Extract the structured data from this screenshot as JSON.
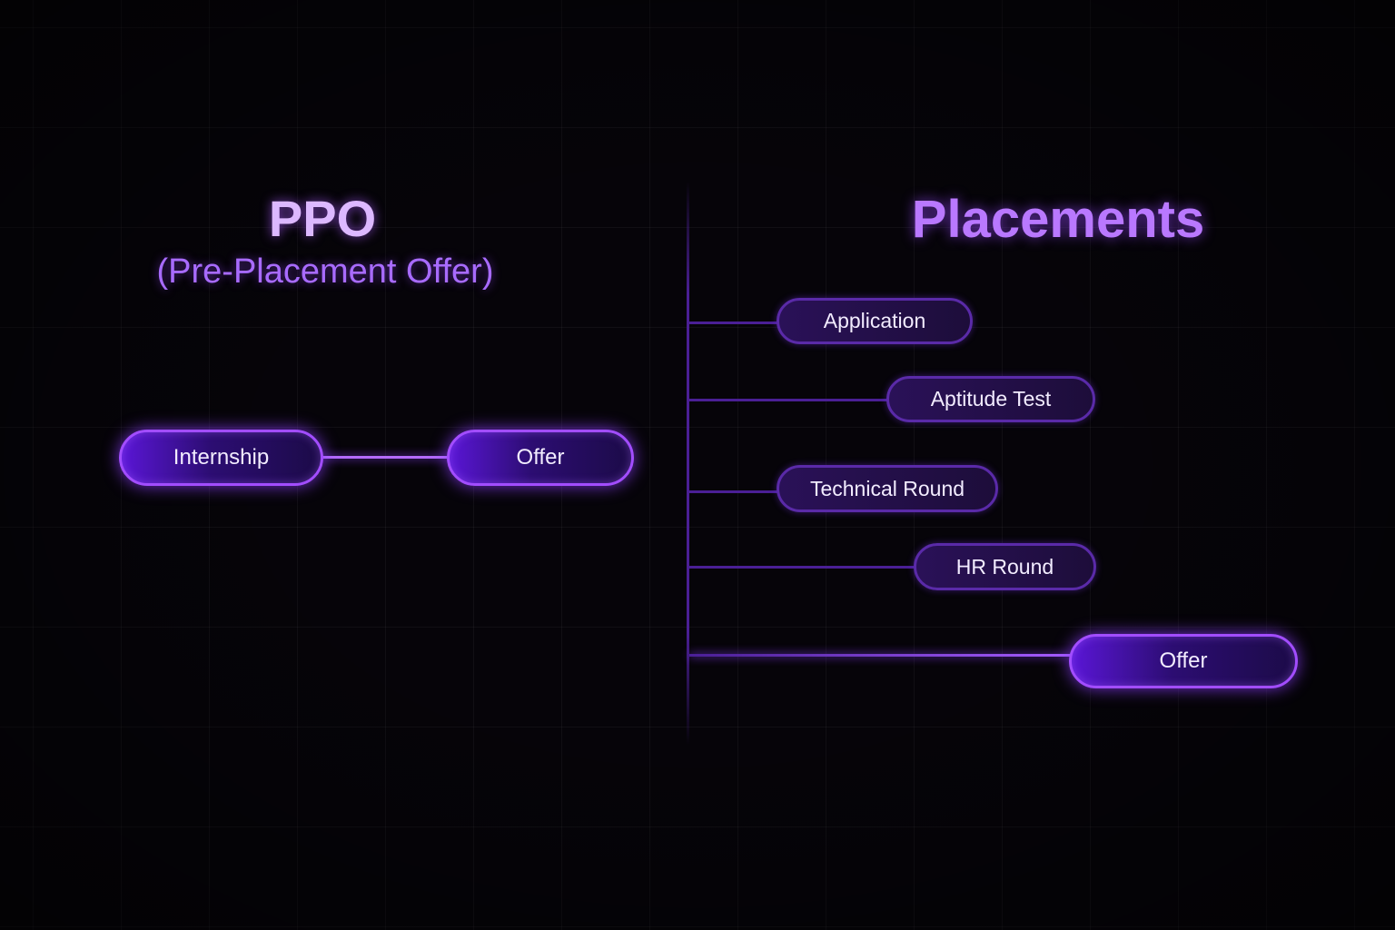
{
  "ppo": {
    "title": "PPO",
    "subtitle": "(Pre-Placement Offer)",
    "steps": [
      "Internship",
      "Offer"
    ]
  },
  "placements": {
    "title": "Placements",
    "steps": [
      "Application",
      "Aptitude Test",
      "Technical Round",
      "HR Round",
      "Offer"
    ]
  },
  "colors": {
    "background": "#060409",
    "accent": "#a24dff",
    "title_light": "#dcb8ff",
    "title_purple": "#b978ff"
  }
}
